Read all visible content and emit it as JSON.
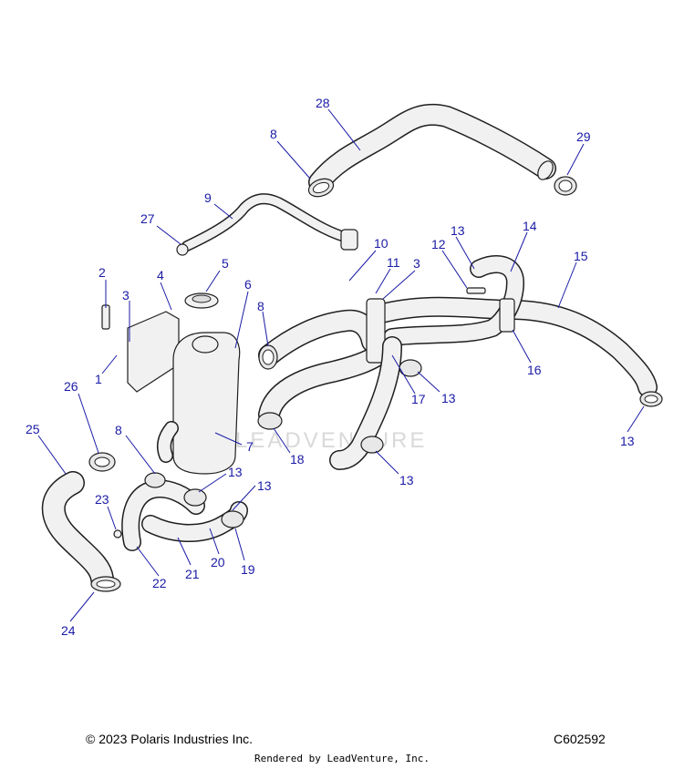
{
  "footer": {
    "copyright": "© 2023 Polaris Industries Inc.",
    "drawing_number": "C602592",
    "rendered_by": "Rendered by LeadVenture, Inc."
  },
  "watermark": "LEADVENTURE",
  "colors": {
    "callout": "#1a1aa6",
    "outline": "#1f1f1f",
    "fill": "#f1f1f1"
  },
  "callouts": [
    "28",
    "8",
    "29",
    "9",
    "27",
    "10",
    "11",
    "3",
    "13",
    "12",
    "14",
    "15",
    "2",
    "5",
    "4",
    "6",
    "3",
    "8",
    "1",
    "16",
    "13",
    "17",
    "26",
    "25",
    "7",
    "8",
    "18",
    "13",
    "13",
    "13",
    "23",
    "20",
    "19",
    "21",
    "22",
    "24",
    "13"
  ]
}
